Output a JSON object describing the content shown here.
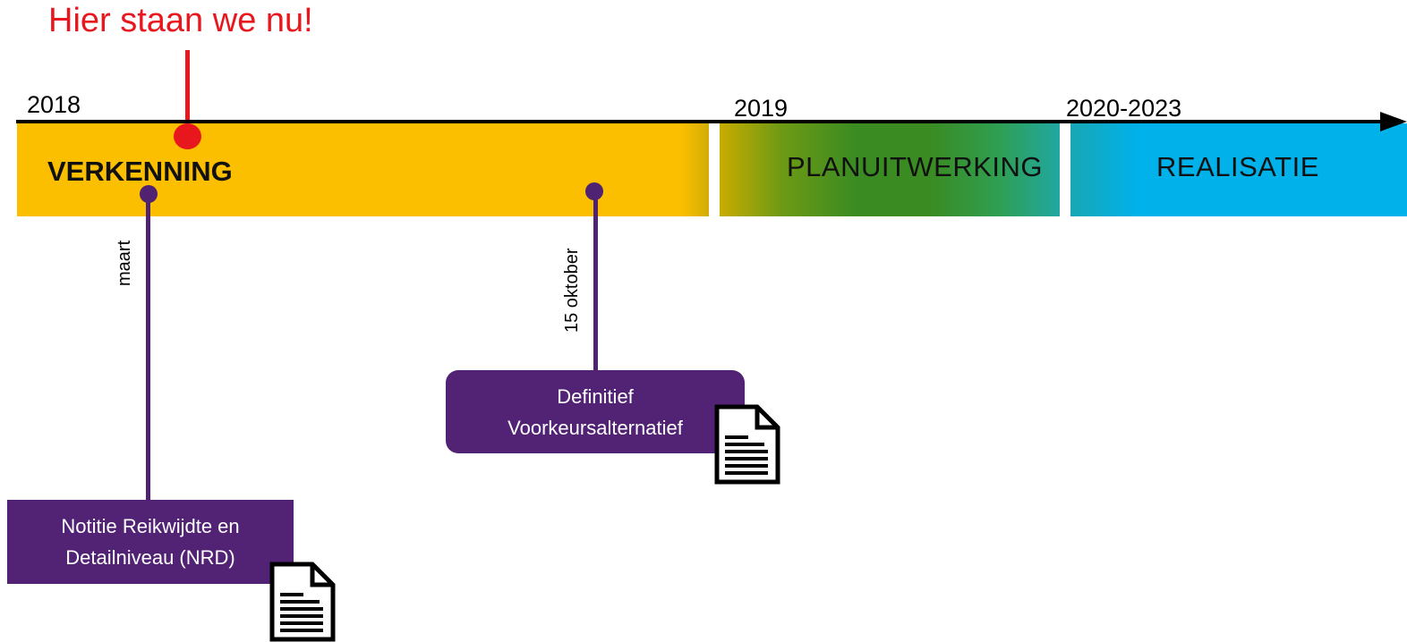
{
  "current_marker": {
    "label": "Hier staan we nu!",
    "color": "#e8171e"
  },
  "axis": {
    "years": [
      "2018",
      "2019",
      "2020-2023"
    ]
  },
  "phases": [
    {
      "label": "VERKENNING",
      "color": "#fcbf00"
    },
    {
      "label": "PLANUITWERKING",
      "color": "#3a8b22"
    },
    {
      "label": "REALISATIE",
      "color": "#00b1ea"
    }
  ],
  "milestones": [
    {
      "date": "maart",
      "title_line1": "Notitie Reikwijdte en",
      "title_line2": "Detailniveau (NRD)",
      "icon": "document-icon"
    },
    {
      "date": "15 oktober",
      "title_line1": "Definitief",
      "title_line2": "Voorkeursalternatief",
      "icon": "document-icon"
    }
  ],
  "milestone_color": "#522274"
}
